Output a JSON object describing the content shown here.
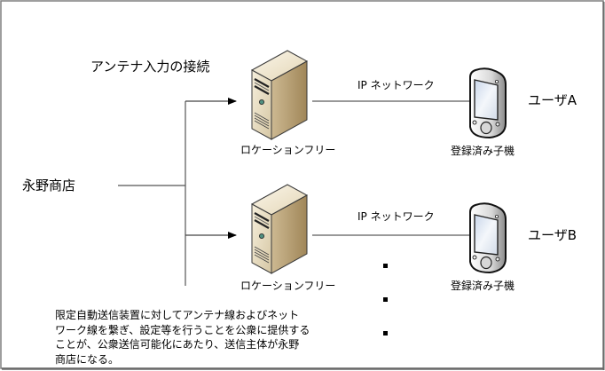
{
  "diagram": {
    "title": "アンテナ入力の接続",
    "source": {
      "label": "永野商店"
    },
    "servers": [
      {
        "label": "ロケーションフリー"
      },
      {
        "label": "ロケーションフリー"
      }
    ],
    "networks": [
      {
        "label": "IP ネットワーク"
      },
      {
        "label": "IP ネットワーク"
      }
    ],
    "devices": [
      {
        "label": "登録済み子機",
        "user": "ユーザA"
      },
      {
        "label": "登録済み子機",
        "user": "ユーザB"
      }
    ],
    "continuation": "⋮",
    "note_lines": [
      "限定自動送信装置に対してアンテナ線およびネット",
      "ワーク線を繋ぎ、設定等を行うことを公衆に提供する",
      "ことが、公衆送信可能化にあたり、送信主体が永野",
      "商店になる。"
    ],
    "colors": {
      "frame": "#7f7f7f",
      "line": "#404040",
      "server_body": "#e8dcc0",
      "server_side": "#b8a27a",
      "phone_screen": "#dfe8f4"
    }
  }
}
